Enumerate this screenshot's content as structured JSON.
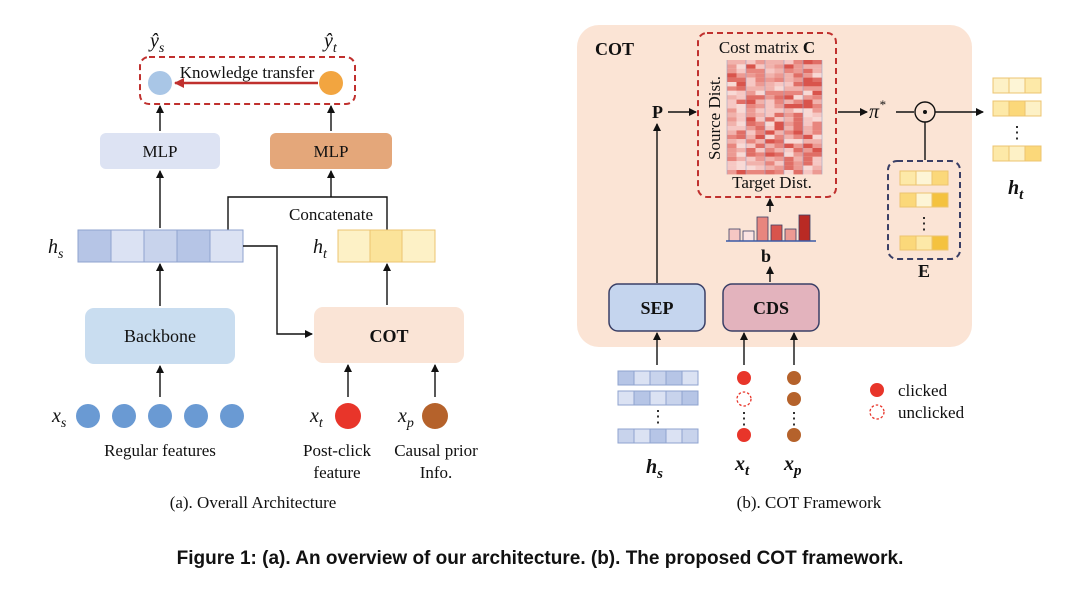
{
  "panel_a": {
    "subtitle": "(a). Overall Architecture",
    "y_s": "ŷ",
    "y_s_sub": "s",
    "y_t": "ŷ",
    "y_t_sub": "t",
    "knowledge_transfer": "Knowledge transfer",
    "mlp_left": "MLP",
    "mlp_right": "MLP",
    "concatenate": "Concatenate",
    "h_s": "h",
    "h_s_sub": "s",
    "h_t": "h",
    "h_t_sub": "t",
    "backbone": "Backbone",
    "cot": "COT",
    "x_s": "x",
    "x_s_sub": "s",
    "x_t": "x",
    "x_t_sub": "t",
    "x_p": "x",
    "x_p_sub": "p",
    "regular_features": "Regular features",
    "post_click_line1": "Post-click",
    "post_click_line2": "feature",
    "causal_prior_line1": "Causal prior",
    "causal_prior_line2": "Info."
  },
  "panel_b": {
    "subtitle": "(b). COT Framework",
    "cot_title": "COT",
    "cost_matrix": "Cost matrix ",
    "cost_matrix_symbol": "C",
    "source_dist": "Source Dist.",
    "target_dist": "Target Dist.",
    "p_label": "P",
    "b_label": "b",
    "pi_label": "π",
    "pi_sup": "*",
    "odot": "⊙",
    "e_label": "E",
    "sep": "SEP",
    "cds": "CDS",
    "h_s": "h",
    "h_s_sub": "s",
    "h_t": "h",
    "h_t_sub": "t",
    "x_t": "x",
    "x_t_sub": "t",
    "x_p": "x",
    "x_p_sub": "p",
    "vdots": "⋮",
    "legend_clicked": "clicked",
    "legend_unclicked": "unclicked"
  },
  "caption": "Figure 1: (a). An overview of our architecture. (b). The proposed COT framework.",
  "colors": {
    "mlp_left": "#dde3f3",
    "mlp_right": "#e4a77a",
    "backbone": "#c9ddf0",
    "cot_box": "#fae4d6",
    "blue_circle": "#6a9ad3",
    "red_circle": "#e8352a",
    "brown_circle": "#b5622b",
    "dashed_red": "#c0302e",
    "panel_bg": "#fbe4d5",
    "sep": "#c5d5ee",
    "cds": "#e3b3bd"
  }
}
